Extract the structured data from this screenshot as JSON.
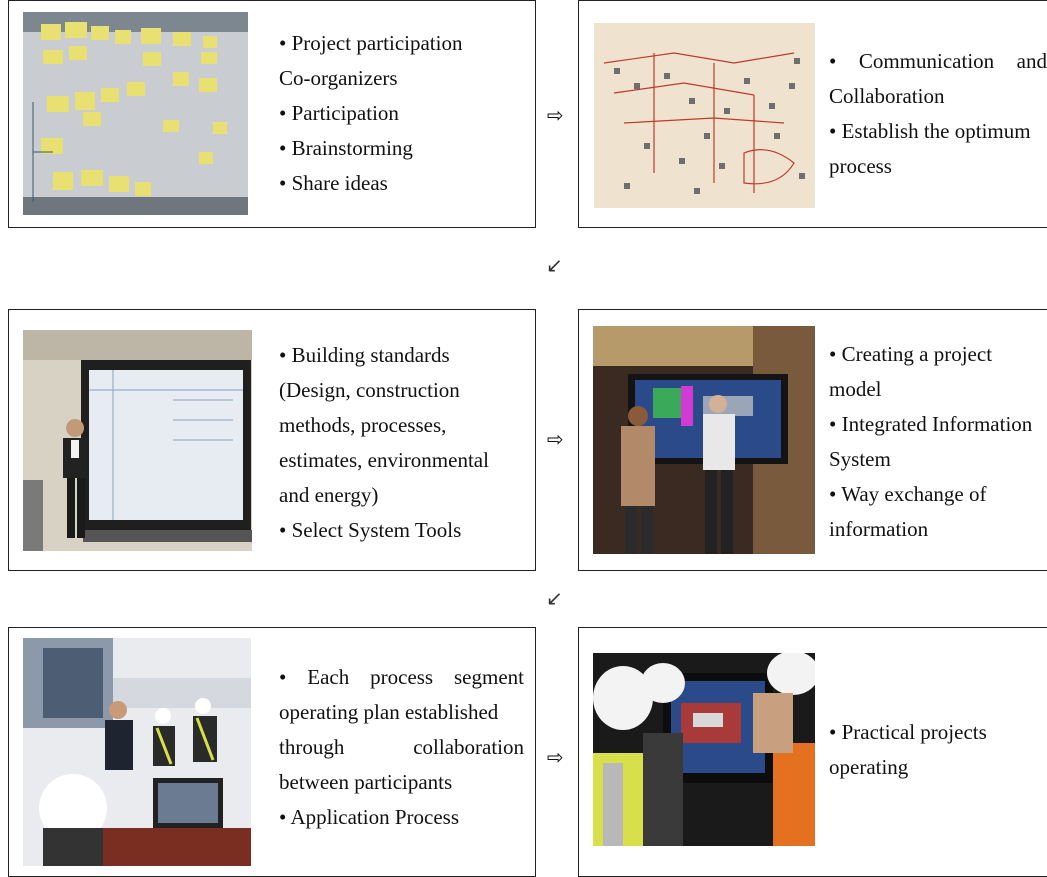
{
  "steps": [
    {
      "image": "sticky-notes-wall-photo",
      "lines": [
        "• Project participation",
        "Co-organizers",
        "• Participation",
        "• Brainstorming",
        "• Share ideas"
      ]
    },
    {
      "image": "process-map-wall-photo",
      "lines": [
        "•  Communication  and",
        "Collaboration",
        "• Establish the optimum",
        "process"
      ]
    },
    {
      "image": "presenter-at-smartboard-photo",
      "lines": [
        "• Building standards",
        "(Design, construction",
        "methods, processes,",
        "estimates, environmental",
        "and energy)",
        "• Select System Tools"
      ]
    },
    {
      "image": "people-at-3d-model-screen-photo",
      "lines": [
        "• Creating a project",
        "model",
        "• Integrated Information",
        "System",
        "• Way exchange of",
        "information"
      ]
    },
    {
      "image": "workers-in-meeting-room-photo",
      "lines": [
        "•  Each  process  segment",
        "operating plan established",
        "through      collaboration",
        "between participants",
        "• Application Process"
      ]
    },
    {
      "image": "hardhat-workers-at-monitor-photo",
      "lines": [
        "• Practical projects",
        "operating"
      ]
    }
  ],
  "arrows": {
    "right": "⇨",
    "diag": "↙"
  },
  "colors": {
    "border": "#222222",
    "sticky_note": "#e8e070",
    "wall": "#c9cdd2",
    "paper": "#efe3cf",
    "red_marker": "#c0392b",
    "screen": "#2a4a8a"
  }
}
